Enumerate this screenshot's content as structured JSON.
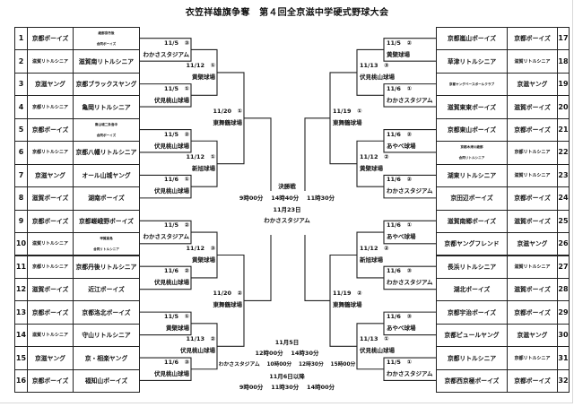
{
  "title": "衣笠祥雄旗争奪　第４回全京滋中学硬式野球大会",
  "teams": [
    {
      "no": "1",
      "league": "京都ボーイズ",
      "name": "綾部京丹後\n合同ボーイズ"
    },
    {
      "no": "2",
      "league": "滋賀リトルシニア",
      "name": "滋賀南リトルシニア"
    },
    {
      "no": "3",
      "league": "京滋ヤング",
      "name": "京都ブラックスヤング"
    },
    {
      "no": "4",
      "league": "京都リトルシニア",
      "name": "亀岡リトルシニア"
    },
    {
      "no": "5",
      "league": "京都ボーイズ",
      "name": "南山城二条洛中\n合同ボーイズ"
    },
    {
      "no": "6",
      "league": "京都リトルシニア",
      "name": "京都八幡リトルシニア"
    },
    {
      "no": "7",
      "league": "京滋ヤング",
      "name": "オール山城ヤング"
    },
    {
      "no": "8",
      "league": "滋賀ボーイズ",
      "name": "湖南ボーイズ"
    },
    {
      "no": "9",
      "league": "京都ボーイズ",
      "name": "京都嵯峨野ボーイズ"
    },
    {
      "no": "10",
      "league": "滋賀リトルシニア",
      "name": "甲賀高島\n合同リトルシニア"
    },
    {
      "no": "11",
      "league": "京都リトルシニア",
      "name": "京都丹後リトルシニア"
    },
    {
      "no": "12",
      "league": "滋賀ボーイズ",
      "name": "近江ボーイズ"
    },
    {
      "no": "13",
      "league": "京都ボーイズ",
      "name": "京都洛北ボーイズ"
    },
    {
      "no": "14",
      "league": "滋賀リトルシニア",
      "name": "守山リトルシニア"
    },
    {
      "no": "15",
      "league": "京滋ヤング",
      "name": "京・相楽ヤング"
    },
    {
      "no": "16",
      "league": "京都ボーイズ",
      "name": "福知山ボーイズ"
    },
    {
      "no": "17",
      "league": "京都ボーイズ",
      "name": "京都嵐山ボーイズ"
    },
    {
      "no": "18",
      "league": "滋賀リトルシニア",
      "name": "草津リトルシニア"
    },
    {
      "no": "19",
      "league": "京滋ヤング",
      "name": "京都ヤングベースボールクラブ"
    },
    {
      "no": "20",
      "league": "滋賀ボーイズ",
      "name": "滋賀東東ボーイズ"
    },
    {
      "no": "21",
      "league": "京都ボーイズ",
      "name": "京都東山ボーイズ"
    },
    {
      "no": "22",
      "league": "京都リトルシニア",
      "name": "京都木津川綾部\n合同リトルシニア"
    },
    {
      "no": "23",
      "league": "滋賀リトルシニア",
      "name": "湖東リトルシニア"
    },
    {
      "no": "24",
      "league": "京都ボーイズ",
      "name": "京田辺ボーイズ"
    },
    {
      "no": "25",
      "league": "滋賀ボーイズ",
      "name": "滋賀南郷ボーイズ"
    },
    {
      "no": "26",
      "league": "京滋ヤング",
      "name": "京都ヤングフレンド"
    },
    {
      "no": "27",
      "league": "滋賀リトルシニア",
      "name": "長浜リトルシニア"
    },
    {
      "no": "28",
      "league": "滋賀ボーイズ",
      "name": "湖北ボーイズ"
    },
    {
      "no": "29",
      "league": "京都ボーイズ",
      "name": "京都宇治ボーイズ"
    },
    {
      "no": "30",
      "league": "京滋ヤング",
      "name": "京都ピュールヤング"
    },
    {
      "no": "31",
      "league": "京都リトルシニア",
      "name": "京都リトルシニア"
    },
    {
      "no": "32",
      "league": "京都ボーイズ",
      "name": "京都西京極ボーイズ"
    }
  ],
  "left_rounds": [
    [
      {
        "date": "11/5　③",
        "venue": "わかさスタジアム"
      },
      {
        "date": "11/5　①",
        "venue": "伏見桃山球場"
      },
      {
        "date": "11/5　②",
        "venue": "伏見桃山球場"
      },
      {
        "date": "11/6　①",
        "venue": "伏見桃山球場"
      },
      {
        "date": "11/5　②",
        "venue": "わかさスタジアム"
      },
      {
        "date": "11/6　②",
        "venue": "伏見桃山球場"
      },
      {
        "date": "11/5　①",
        "venue": "黄檗球場"
      },
      {
        "date": "11/6　③",
        "venue": "伏見桃山球場"
      }
    ],
    [
      {
        "date": "11/12　①",
        "venue": "黄檗球場"
      },
      {
        "date": "11/12　①",
        "venue": "新旭球場"
      },
      {
        "date": "11/12　③",
        "venue": "黄檗球場"
      },
      {
        "date": "11/13　②",
        "venue": "伏見桃山球場"
      }
    ],
    [
      {
        "date": "11/20　①",
        "venue": "東舞鶴球場"
      },
      {
        "date": "11/20　②",
        "venue": "東舞鶴球場"
      }
    ]
  ],
  "right_rounds": [
    [
      {
        "date": "11/5　②",
        "venue": "黄檗球場"
      },
      {
        "date": "11/6　①",
        "venue": "わかさスタジアム"
      },
      {
        "date": "11/6　②",
        "venue": "あやべ球場"
      },
      {
        "date": "11/6　②",
        "venue": "わかさスタジアム"
      },
      {
        "date": "11/6　①",
        "venue": "あやべ球場"
      },
      {
        "date": "11/6　③",
        "venue": "わかさスタジアム"
      },
      {
        "date": "11/6　③",
        "venue": "あやべ球場"
      },
      {
        "date": "11/5　①",
        "venue": "わかさスタジアム"
      }
    ],
    [
      {
        "date": "11/13　③",
        "venue": "伏見桃山球場"
      },
      {
        "date": "11/12　②",
        "venue": "黄檗球場"
      },
      {
        "date": "11/12　②",
        "venue": "新旭球場"
      },
      {
        "date": "11/13　①",
        "venue": "伏見桃山球場"
      }
    ],
    [
      {
        "date": "11/19　①",
        "venue": "東舞鶴球場"
      },
      {
        "date": "11/19　②",
        "venue": "東舞鶴球場"
      }
    ]
  ],
  "final": {
    "label": "決勝戦",
    "times": "9時00分　 14時40分　 11時30分",
    "date": "11月23日",
    "venue": "わかさスタジアム"
  },
  "schedule": {
    "day1": "11月5日",
    "day1_times": "12時00分　 14時30分",
    "day1_venue_times": "わかさスタジアム　 10時00分　 12時30分　 15時00分",
    "day2": "11月6日以降",
    "day2_times": "9時00分　 11時30分　 14時00分"
  }
}
